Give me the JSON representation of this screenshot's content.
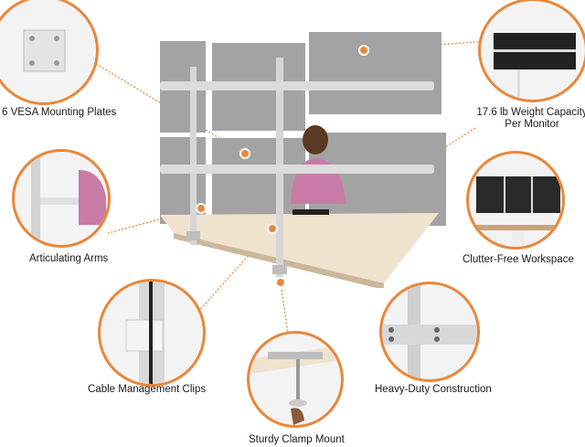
{
  "features": {
    "vesa": "6 VESA Mounting Plates",
    "weight_line1": "17.6 lb Weight Capacity",
    "weight_line2": "Per Monitor",
    "arms": "Articulating Arms",
    "workspace": "Clutter-Free Workspace",
    "clips": "Cable Management Clips",
    "construction": "Heavy-Duty Construction",
    "clamp": "Sturdy Clamp Mount"
  },
  "colors": {
    "accent": "#e8873a",
    "pole": "#d9d9d9",
    "monitor": "#9a9a9a",
    "desk": "#efe2cf"
  },
  "icons": [
    "vesa-plate-icon",
    "triple-monitor-icon",
    "arm-hand-icon",
    "workspace-icon",
    "cable-clip-icon",
    "steel-bracket-icon",
    "clamp-hand-icon"
  ]
}
